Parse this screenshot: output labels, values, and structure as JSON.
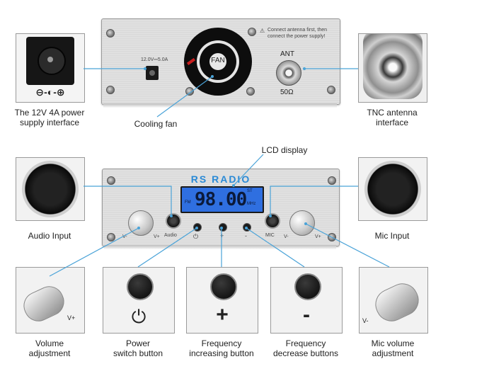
{
  "top_panel": {
    "warning_text_line1": "Connect antenna first, then",
    "warning_text_line2": "connect the power supply!",
    "power_rating": "12.0V⎓5.0A",
    "fan_label": "FAN",
    "ant_label": "ANT",
    "impedance_label": "50Ω"
  },
  "front_panel": {
    "brand": "RS RADIO",
    "frequency": "98.00",
    "fm_tag": "FM",
    "mhz_tag": "MHz",
    "st_tag": "ST",
    "audio_label": "Audio",
    "mic_label": "MIC",
    "plus_label": "+",
    "minus_label": "-",
    "v_minus": "V-",
    "v_plus": "V+"
  },
  "captions": {
    "power_supply": [
      "The 12V 4A power",
      "supply interface"
    ],
    "cooling_fan": "Cooling fan",
    "tnc_antenna": [
      "TNC antenna",
      "interface"
    ],
    "lcd_display": "LCD display",
    "audio_input": "Audio Input",
    "mic_input": "Mic Input",
    "volume": [
      "Volume",
      "adjustment"
    ],
    "power_switch": [
      "Power",
      "switch button"
    ],
    "freq_increase": [
      "Frequency",
      "increasing button"
    ],
    "freq_decrease": [
      "Frequency",
      "decrease buttons"
    ],
    "mic_volume": [
      "Mic volume",
      "adjustment"
    ]
  },
  "insets": {
    "dc_polarity": "⊖-◐-⊕",
    "plus_symbol": "+",
    "minus_symbol": "-",
    "v_plus": "V+",
    "v_minus": "V-"
  },
  "colors": {
    "callout_line": "#4aa3d8",
    "lcd_background": "#2f6fe0",
    "lcd_text": "#0b1a3a",
    "brand_blue": "#2a8ad6"
  }
}
